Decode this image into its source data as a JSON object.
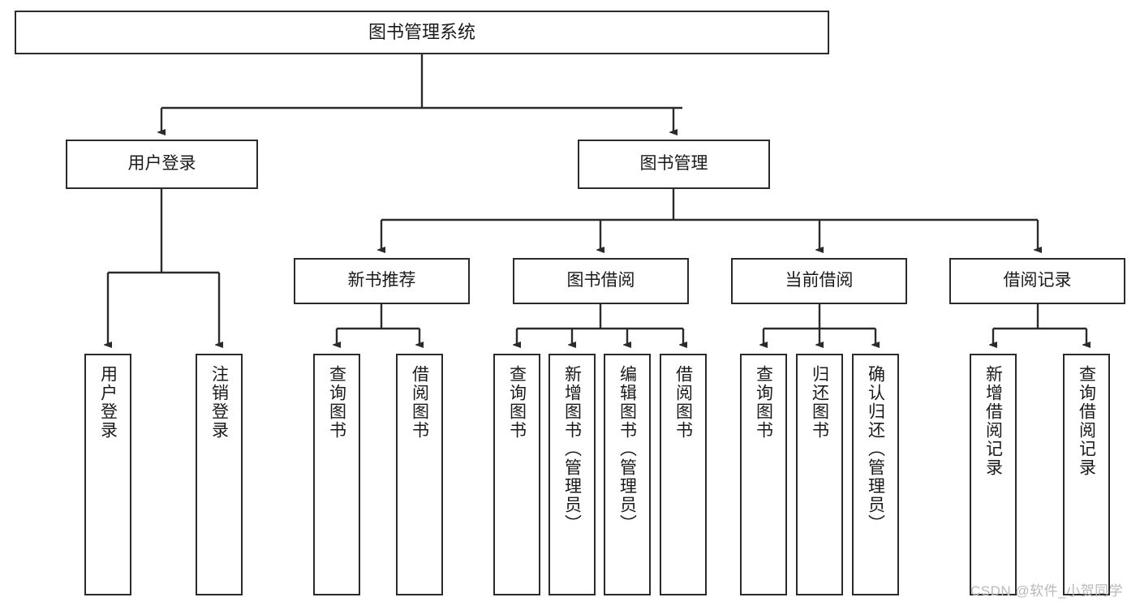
{
  "diagram": {
    "title_node": {
      "label": "图书管理系统"
    },
    "level2": [
      {
        "id": "user-login",
        "label": "用户登录"
      },
      {
        "id": "book-management",
        "label": "图书管理"
      }
    ],
    "level3": [
      {
        "id": "new-book-recommend",
        "label": "新书推荐"
      },
      {
        "id": "book-borrow",
        "label": "图书借阅"
      },
      {
        "id": "current-borrow",
        "label": "当前借阅"
      },
      {
        "id": "borrow-record",
        "label": "借阅记录"
      }
    ],
    "leaves": {
      "user_login": [
        {
          "id": "leaf-user-login",
          "label": "用户登录"
        },
        {
          "id": "leaf-logout-login",
          "label": "注销登录"
        }
      ],
      "new_book_recommend": [
        {
          "id": "leaf-query-book-1",
          "label": "查询图书"
        },
        {
          "id": "leaf-borrow-book-1",
          "label": "借阅图书"
        }
      ],
      "book_borrow": [
        {
          "id": "leaf-query-book-2",
          "label": "查询图书"
        },
        {
          "id": "leaf-add-book",
          "label": "新增图书（管理员）"
        },
        {
          "id": "leaf-edit-book",
          "label": "编辑图书（管理员）"
        },
        {
          "id": "leaf-borrow-book-2",
          "label": "借阅图书"
        }
      ],
      "current_borrow": [
        {
          "id": "leaf-query-book-3",
          "label": "查询图书"
        },
        {
          "id": "leaf-return-book",
          "label": "归还图书"
        },
        {
          "id": "leaf-confirm-return",
          "label": "确认归还（管理员）"
        }
      ],
      "borrow_record": [
        {
          "id": "leaf-add-record",
          "label": "新增借阅记录"
        },
        {
          "id": "leaf-query-record",
          "label": "查询借阅记录"
        }
      ]
    },
    "watermark": {
      "text": "CSDN @软件_小贺同学"
    },
    "colors": {
      "stroke": "#2b2b2b",
      "fill": "#ffffff",
      "text": "#1a1a1a",
      "watermark": "#b9b9b9"
    }
  }
}
